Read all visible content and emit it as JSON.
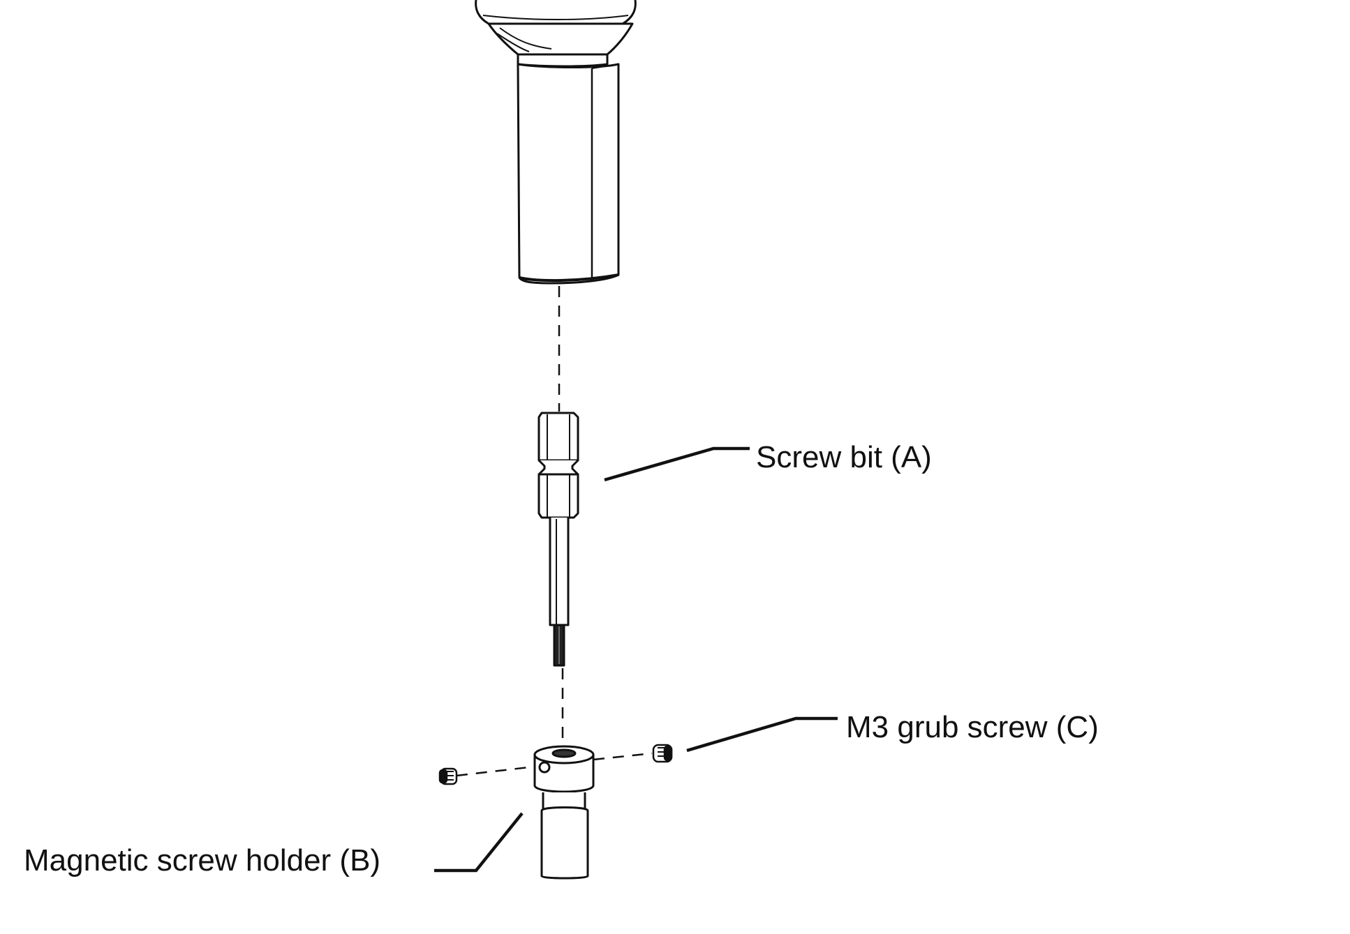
{
  "labels": {
    "screw_bit": "Screw bit (A)",
    "grub_screw": "M3 grub screw (C)",
    "holder": "Magnetic screw holder (B)"
  },
  "colors": {
    "line": "#111111",
    "background": "#ffffff"
  }
}
